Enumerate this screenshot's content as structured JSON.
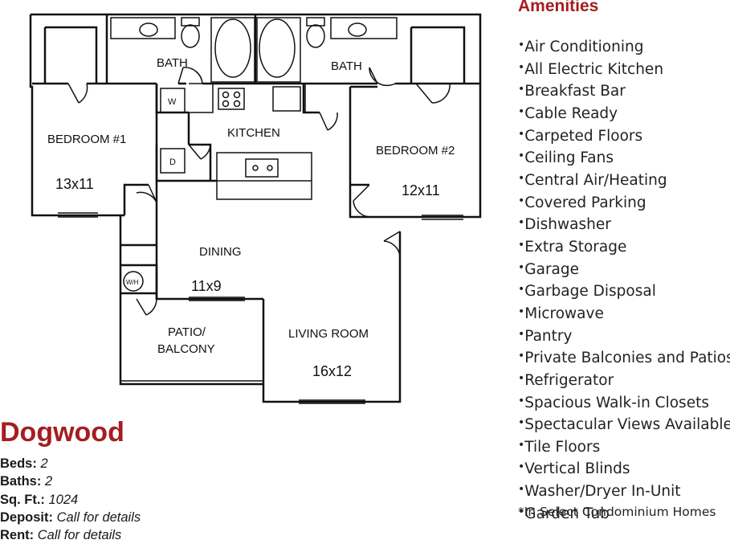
{
  "floorplan": {
    "rooms": {
      "bath1": "BATH",
      "bath2": "BATH",
      "kitchen": "KITCHEN",
      "bedroom1": "BEDROOM #1",
      "bedroom1_size": "13x11",
      "bedroom2": "BEDROOM #2",
      "bedroom2_size": "12x11",
      "dining": "DINING",
      "dining_size": "11x9",
      "patio_line1": "PATIO/",
      "patio_line2": "BALCONY",
      "living": "LIVING ROOM",
      "living_size": "16x12"
    },
    "appliance_labels": {
      "washer": "W",
      "dryer": "D",
      "water_heater": "W/H"
    }
  },
  "unit": {
    "name": "Dogwood",
    "details": [
      {
        "key": "Beds:",
        "value": "2"
      },
      {
        "key": "Baths:",
        "value": "2"
      },
      {
        "key": "Sq. Ft.:",
        "value": "1024"
      },
      {
        "key": "Deposit:",
        "value": "Call for details"
      },
      {
        "key": "Rent:",
        "value": "Call for details"
      }
    ]
  },
  "amenities": {
    "title": "Amenities",
    "bullet": "•",
    "items": [
      "Air Conditioning",
      "All Electric Kitchen",
      "Breakfast Bar",
      "Cable Ready",
      "Carpeted Floors",
      "Ceiling Fans",
      "Central Air/Heating",
      "Covered Parking",
      "Dishwasher",
      "Extra Storage",
      "Garage",
      "Garbage Disposal",
      "Microwave",
      "Pantry",
      "Private Balconies and Patios",
      "Refrigerator",
      "Spacious Walk-in Closets",
      "Spectacular Views Available",
      "Tile Floors",
      "Vertical Blinds",
      "Washer/Dryer In-Unit",
      "Garden Tub"
    ],
    "footnote": "*In Select Condominium Homes"
  },
  "colors": {
    "accent": "#a31e22",
    "walls": "#111111"
  }
}
